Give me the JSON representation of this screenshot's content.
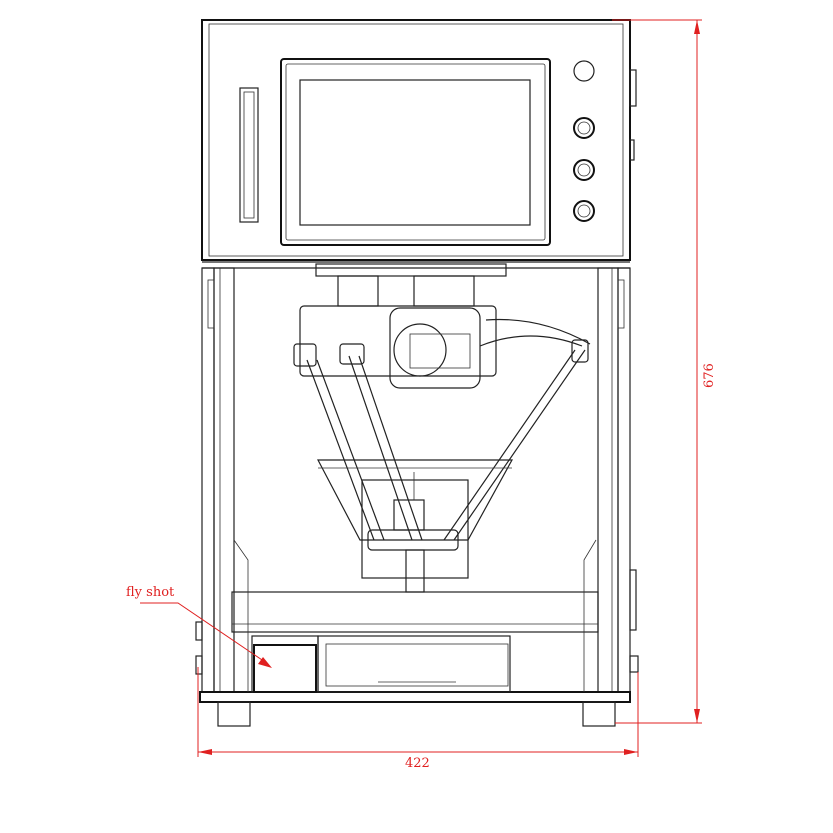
{
  "annotations": {
    "callout_label": "fly shot",
    "width_dimension": "422",
    "height_dimension": "676"
  },
  "colors": {
    "dimension": "#e02020",
    "drawing": "#222222"
  }
}
